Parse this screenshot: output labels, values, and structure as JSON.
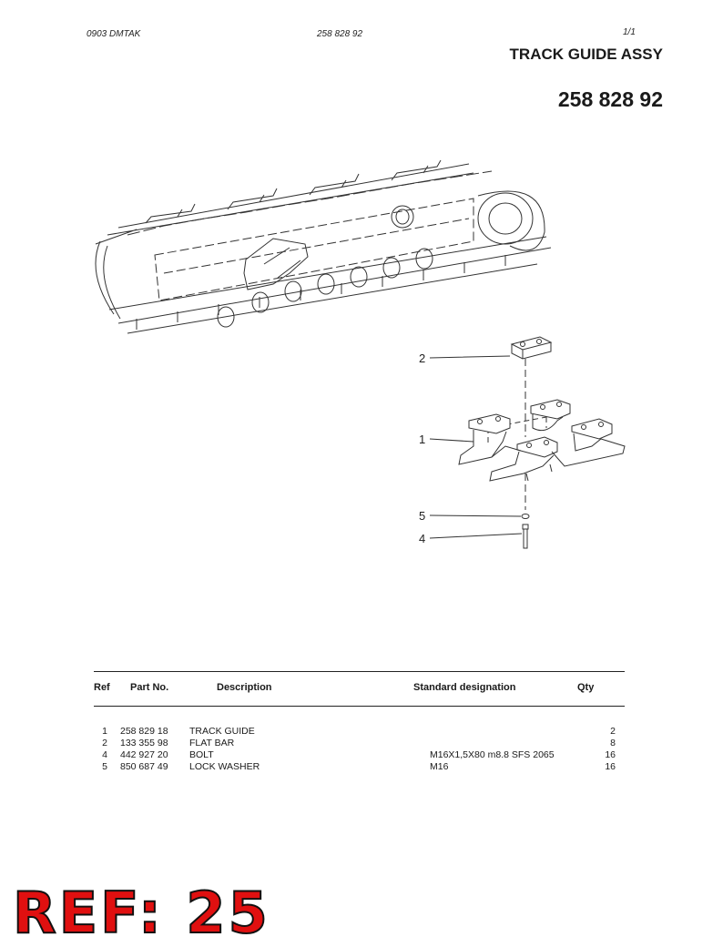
{
  "header": {
    "code": "0903   DMTAK",
    "number": "258 828 92",
    "page": "1/1"
  },
  "title": "TRACK GUIDE ASSY",
  "part_number": "258 828 92",
  "callouts": [
    "2",
    "1",
    "5",
    "4"
  ],
  "table": {
    "headers": {
      "ref": "Ref",
      "part_no": "Part  No.",
      "description": "Description",
      "standard": "Standard designation",
      "qty": "Qty"
    },
    "rows": [
      {
        "ref": "1",
        "part_no": "258 829 18",
        "description": "TRACK GUIDE",
        "standard": "",
        "qty": "2"
      },
      {
        "ref": "2",
        "part_no": "133 355 98",
        "description": "FLAT BAR",
        "standard": "",
        "qty": "8"
      },
      {
        "ref": "4",
        "part_no": "442 927 20",
        "description": "BOLT",
        "standard": "M16X1,5X80 m8.8 SFS 2065",
        "qty": "16"
      },
      {
        "ref": "5",
        "part_no": "850 687 49",
        "description": "LOCK WASHER",
        "standard": "M16",
        "qty": "16"
      }
    ]
  },
  "stamp": "REF: 25",
  "colors": {
    "stamp": "#e01010",
    "ink": "#1a1a1a"
  }
}
